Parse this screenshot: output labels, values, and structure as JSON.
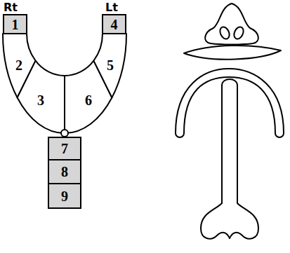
{
  "diagram": {
    "nodes": [
      {
        "text": [
          "1"
        ]
      },
      {
        "text": [
          "2"
        ]
      },
      {
        "text": [
          "3"
        ]
      },
      {
        "text": [
          "4"
        ]
      },
      {
        "text": [
          "5"
        ]
      },
      {
        "text": [
          "6"
        ]
      },
      {
        "text": [
          "7"
        ]
      },
      {
        "text": [
          "8"
        ]
      },
      {
        "text": [
          "9"
        ]
      }
    ],
    "labels": [
      "Rt",
      "Lt"
    ]
  }
}
